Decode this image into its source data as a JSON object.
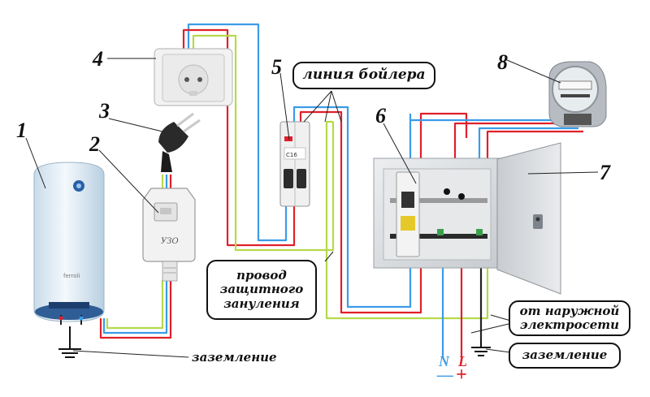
{
  "colors": {
    "neutral": "#3b9be8",
    "phase": "#e0202a",
    "earth": "#b5d94a",
    "earth_stripe": "#e6d83a",
    "enclosure": "#d9dcdf",
    "heater": "#e8f1f8"
  },
  "callouts": {
    "n1": "1",
    "n2": "2",
    "n3": "3",
    "n4": "4",
    "n5": "5",
    "n6": "6",
    "n7": "7",
    "n8": "8"
  },
  "labels": {
    "boiler_line": "линия бойлера",
    "pe_line1": "провод",
    "pe_line2": "защитного",
    "pe_line3": "зануления",
    "grid_line1": "от наружной",
    "grid_line2": "электросети",
    "ground_right": "заземление",
    "ground_left": "заземление"
  },
  "device_text": {
    "rcd": "УЗО",
    "breaker": "С16",
    "heater_brand": "ferroli"
  },
  "terminals": {
    "neutral": "N",
    "neutral_sign": "—",
    "phase": "L",
    "phase_sign": "+"
  },
  "icons": {
    "heater": "water-heater-icon",
    "socket": "socket-icon",
    "plug": "plug-icon",
    "rcd": "rcd-icon",
    "breaker": "breaker-icon",
    "meter": "meter-icon",
    "panel": "panel-icon",
    "ground": "ground-icon"
  }
}
